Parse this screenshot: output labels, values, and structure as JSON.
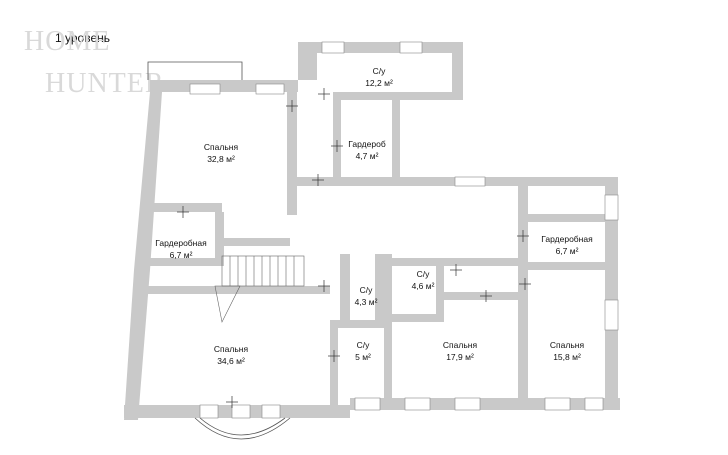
{
  "plan": {
    "level": "1 уровень",
    "watermark": {
      "line1": "HOME",
      "line2": "HUNTER"
    },
    "wall_color": "#c9c9c9",
    "window_color": "#ffffff",
    "rooms": [
      {
        "id": "bath-1",
        "name": "С/у",
        "area": "12,2 м²"
      },
      {
        "id": "bedroom-1",
        "name": "Спальня",
        "area": "32,8 м²"
      },
      {
        "id": "wardrobe-1",
        "name": "Гардероб",
        "area": "4,7 м²"
      },
      {
        "id": "wardrobe-2",
        "name": "Гардеробная",
        "area": "6,7 м²"
      },
      {
        "id": "wardrobe-3",
        "name": "Гардеробная",
        "area": "6,7 м²"
      },
      {
        "id": "bath-2",
        "name": "С/у",
        "area": "4,3 м²"
      },
      {
        "id": "bath-3",
        "name": "С/у",
        "area": "4,6 м²"
      },
      {
        "id": "bedroom-2",
        "name": "Спальня",
        "area": "34,6 м²"
      },
      {
        "id": "bath-4",
        "name": "С/у",
        "area": "5 м²"
      },
      {
        "id": "bedroom-3",
        "name": "Спальня",
        "area": "17,9 м²"
      },
      {
        "id": "bedroom-4",
        "name": "Спальня",
        "area": "15,8 м²"
      }
    ]
  }
}
